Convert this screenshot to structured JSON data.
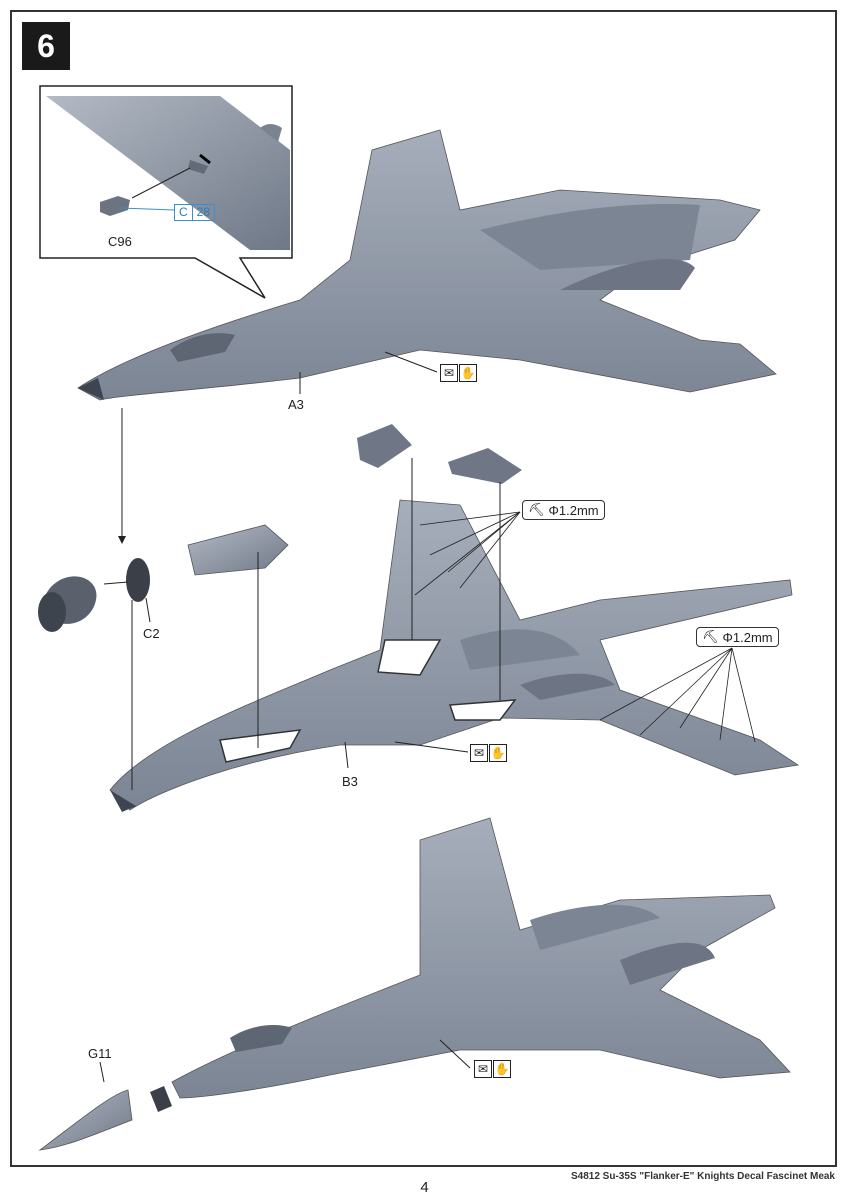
{
  "step": {
    "number": "6"
  },
  "parts": {
    "c96": "C96",
    "a3": "A3",
    "c2": "C2",
    "b3": "B3",
    "g11": "G11"
  },
  "inset_ref": {
    "sprue": "C",
    "number": "28"
  },
  "glue_symbols": {
    "left_icon": "glue-tube-icon",
    "right_icon": "hand-press-icon"
  },
  "drill": {
    "icon": "drill-icon",
    "hole_label": "Φ1.2mm"
  },
  "page_number": "4",
  "footer": "S4812 Su-35S \"Flanker-E\" Knights Decal Fascinet Meak",
  "colors": {
    "plastic": "#8c95a3",
    "plastic_dark": "#6d7584",
    "line": "#222222"
  }
}
